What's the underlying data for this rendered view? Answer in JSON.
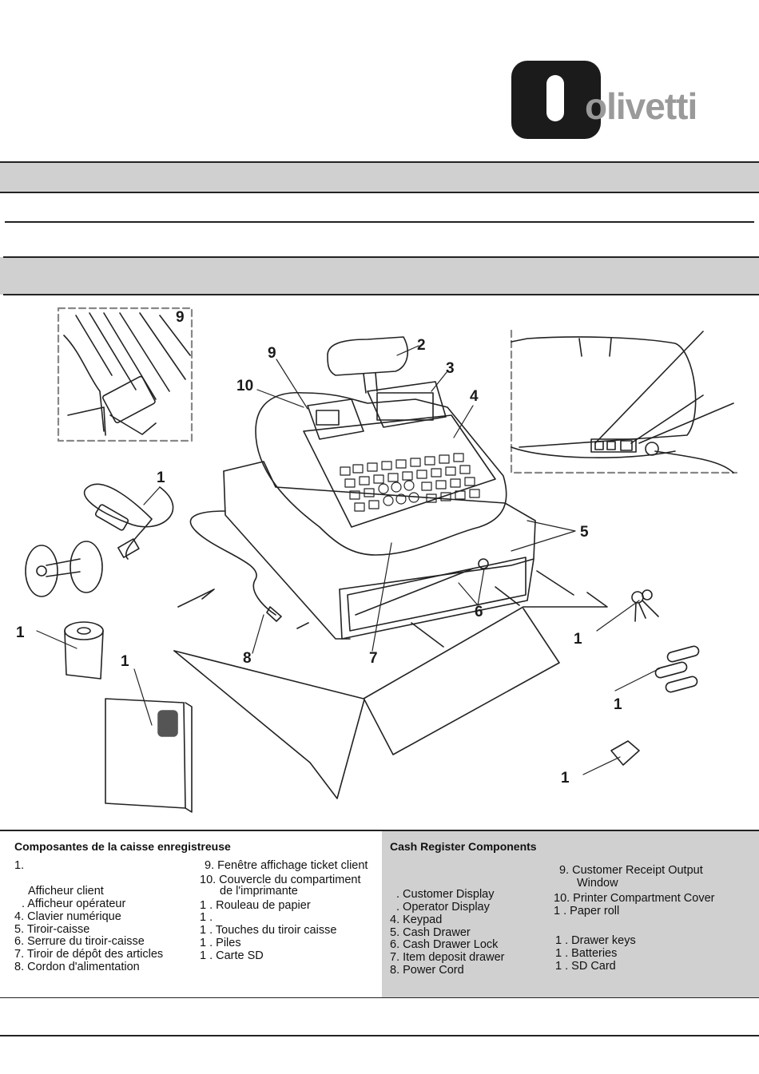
{
  "brand": {
    "logo_text": "olivetti"
  },
  "callouts": {
    "c9a": "9",
    "c9b": "9",
    "c2": "2",
    "c3": "3",
    "c4": "4",
    "c10": "10",
    "c5": "5",
    "c6": "6",
    "c7": "7",
    "c8": "8",
    "q_cable": "1",
    "q_roll": "1",
    "q_manual": "1",
    "q_keys": "1",
    "q_batteries": "1",
    "q_sd": "1"
  },
  "legend_fr": {
    "title": "Composantes de la caisse enregistreuse",
    "col1": [
      "1.",
      "Afficheur client",
      ". Afficheur opérateur",
      "4. Clavier numérique",
      "5. Tiroir-caisse",
      "6. Serrure du tiroir-caisse",
      "7. Tiroir de dépôt des articles",
      "8. Cordon d'alimentation"
    ],
    "col2": [
      "9. Fenêtre affichage ticket client",
      "10. Couvercle du compartiment",
      "de l'imprimante",
      "1  . Rouleau de papier",
      "1  .",
      "1  . Touches du tiroir caisse",
      "1  . Piles",
      "1  . Carte SD"
    ]
  },
  "legend_en": {
    "title": "Cash Register Components",
    "col1": [
      ". Customer Display",
      ". Operator Display",
      "4. Keypad",
      "5. Cash Drawer",
      "6. Cash Drawer Lock",
      "7. Item deposit drawer",
      "8. Power Cord"
    ],
    "col2": [
      "9.  Customer Receipt Output",
      "Window",
      "10.  Printer Compartment Cover",
      "1  .  Paper roll",
      "1  . Drawer keys",
      "1  . Batteries",
      "1  . SD Card"
    ]
  }
}
